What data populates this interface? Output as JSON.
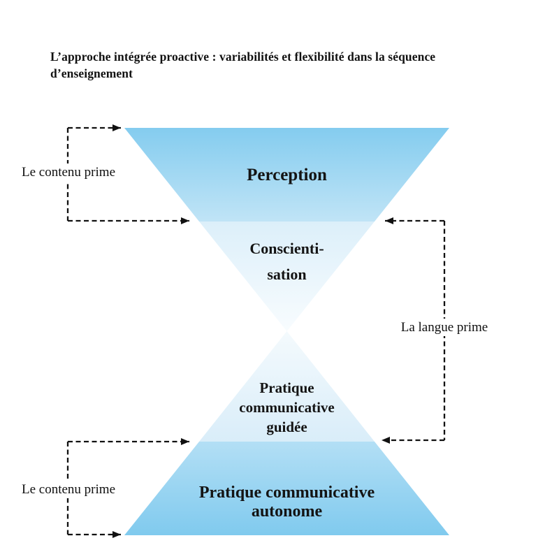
{
  "title": {
    "line1": "L’approche intégrée proactive : variabilités et flexibilité dans la séquence",
    "line2": "d’enseignement"
  },
  "hourglass": {
    "shape": "two mirrored triangles meeting at a central point (hourglass)",
    "sections": [
      {
        "id": "perception",
        "label": "Perception"
      },
      {
        "id": "conscientisation",
        "label_line1": "Conscienti-",
        "label_line2": "sation"
      },
      {
        "id": "pratique-guidee",
        "label_line1": "Pratique",
        "label_line2": "communicative",
        "label_line3": "guidée"
      },
      {
        "id": "pratique-autonome",
        "label_line1": "Pratique communicative",
        "label_line2": "autonome"
      }
    ]
  },
  "annotations": {
    "left_top": {
      "label": "Le contenu prime",
      "points_to": "Perception section"
    },
    "right": {
      "label": "La langue prime",
      "points_to": "Conscientisation and Pratique communicative guidée sections"
    },
    "left_bottom": {
      "label": "Le contenu prime",
      "points_to": "Pratique communicative autonome section"
    }
  },
  "colors": {
    "background": "#ffffff",
    "arrow": "#111111",
    "perception_top": "#84ccef",
    "perception_bottom": "#c0e4f6",
    "conscientisation_top": "#dceffa",
    "conscientisation_bottom": "#f8fcfe",
    "guidee_top": "#f4fafd",
    "guidee_bottom": "#d9edf9",
    "autonome_top": "#b3dff5",
    "autonome_bottom": "#80caee"
  }
}
